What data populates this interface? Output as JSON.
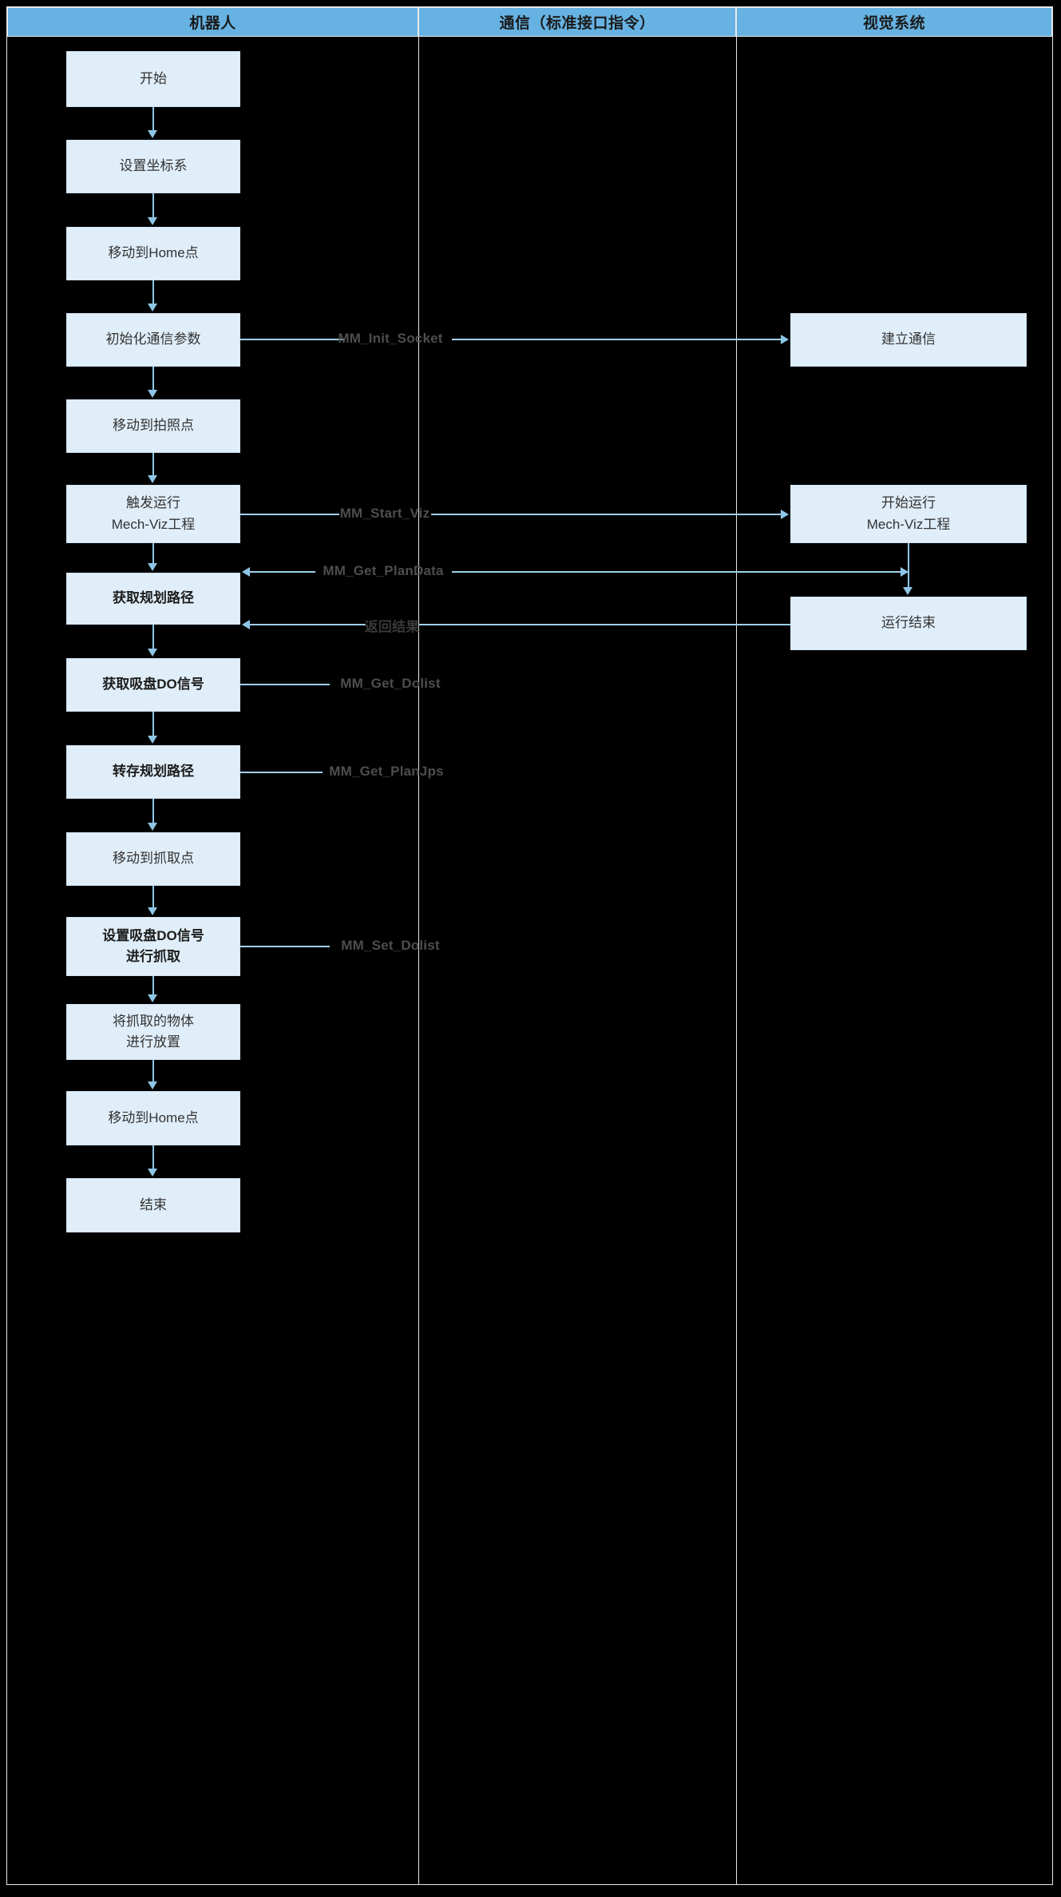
{
  "diagram": {
    "type": "swimlane-flowchart",
    "lanes": [
      {
        "id": "robot",
        "title": "机器人"
      },
      {
        "id": "comm",
        "title": "通信（标准接口指令）"
      },
      {
        "id": "vision",
        "title": "视觉系统"
      }
    ],
    "colors": {
      "lane_header_bg": "#66b2e2",
      "node_bg": "#e0eef9",
      "node_border": "#cfe2f3",
      "connector": "#8ec6e6",
      "canvas_bg": "#000000",
      "frame_border": "#e9e9e9",
      "label_text": "#4d4d4d"
    },
    "robot_nodes": [
      {
        "id": "n1",
        "lines": [
          "开始"
        ],
        "bold": false
      },
      {
        "id": "n2",
        "lines": [
          "设置坐标系"
        ],
        "bold": false
      },
      {
        "id": "n3",
        "lines": [
          "移动到Home点"
        ],
        "bold": false
      },
      {
        "id": "n4",
        "lines": [
          "初始化通信参数"
        ],
        "bold": false
      },
      {
        "id": "n5",
        "lines": [
          "移动到拍照点"
        ],
        "bold": false
      },
      {
        "id": "n6",
        "lines": [
          "触发运行",
          "Mech-Viz工程"
        ],
        "bold": false
      },
      {
        "id": "n7",
        "lines": [
          "获取规划路径"
        ],
        "bold": true
      },
      {
        "id": "n8",
        "lines": [
          "获取吸盘DO信号"
        ],
        "bold": true
      },
      {
        "id": "n9",
        "lines": [
          "转存规划路径"
        ],
        "bold": true
      },
      {
        "id": "n10",
        "lines": [
          "移动到抓取点"
        ],
        "bold": false
      },
      {
        "id": "n11",
        "lines": [
          "设置吸盘DO信号",
          "进行抓取"
        ],
        "bold": true
      },
      {
        "id": "n12",
        "lines": [
          "将抓取的物体",
          "进行放置"
        ],
        "bold": false
      },
      {
        "id": "n13",
        "lines": [
          "移动到Home点"
        ],
        "bold": false
      },
      {
        "id": "n14",
        "lines": [
          "结束"
        ],
        "bold": false
      }
    ],
    "vision_nodes": [
      {
        "id": "v1",
        "lines": [
          "建立通信"
        ],
        "bold": false
      },
      {
        "id": "v2",
        "lines": [
          "开始运行",
          "Mech-Viz工程"
        ],
        "bold": false
      },
      {
        "id": "v3",
        "lines": [
          "运行结束"
        ],
        "bold": false
      }
    ],
    "edge_labels": [
      {
        "id": "e1",
        "text": "MM_Init_Socket",
        "kind": "command"
      },
      {
        "id": "e2",
        "text": "MM_Start_Viz",
        "kind": "command"
      },
      {
        "id": "e3",
        "text": "MM_Get_PlanData",
        "kind": "command"
      },
      {
        "id": "e4",
        "text": "返回结果",
        "kind": "result"
      },
      {
        "id": "e5",
        "text": "MM_Get_Dolist",
        "kind": "command"
      },
      {
        "id": "e6",
        "text": "MM_Get_PlanJps",
        "kind": "command"
      },
      {
        "id": "e7",
        "text": "MM_Set_Dolist",
        "kind": "command"
      }
    ]
  }
}
